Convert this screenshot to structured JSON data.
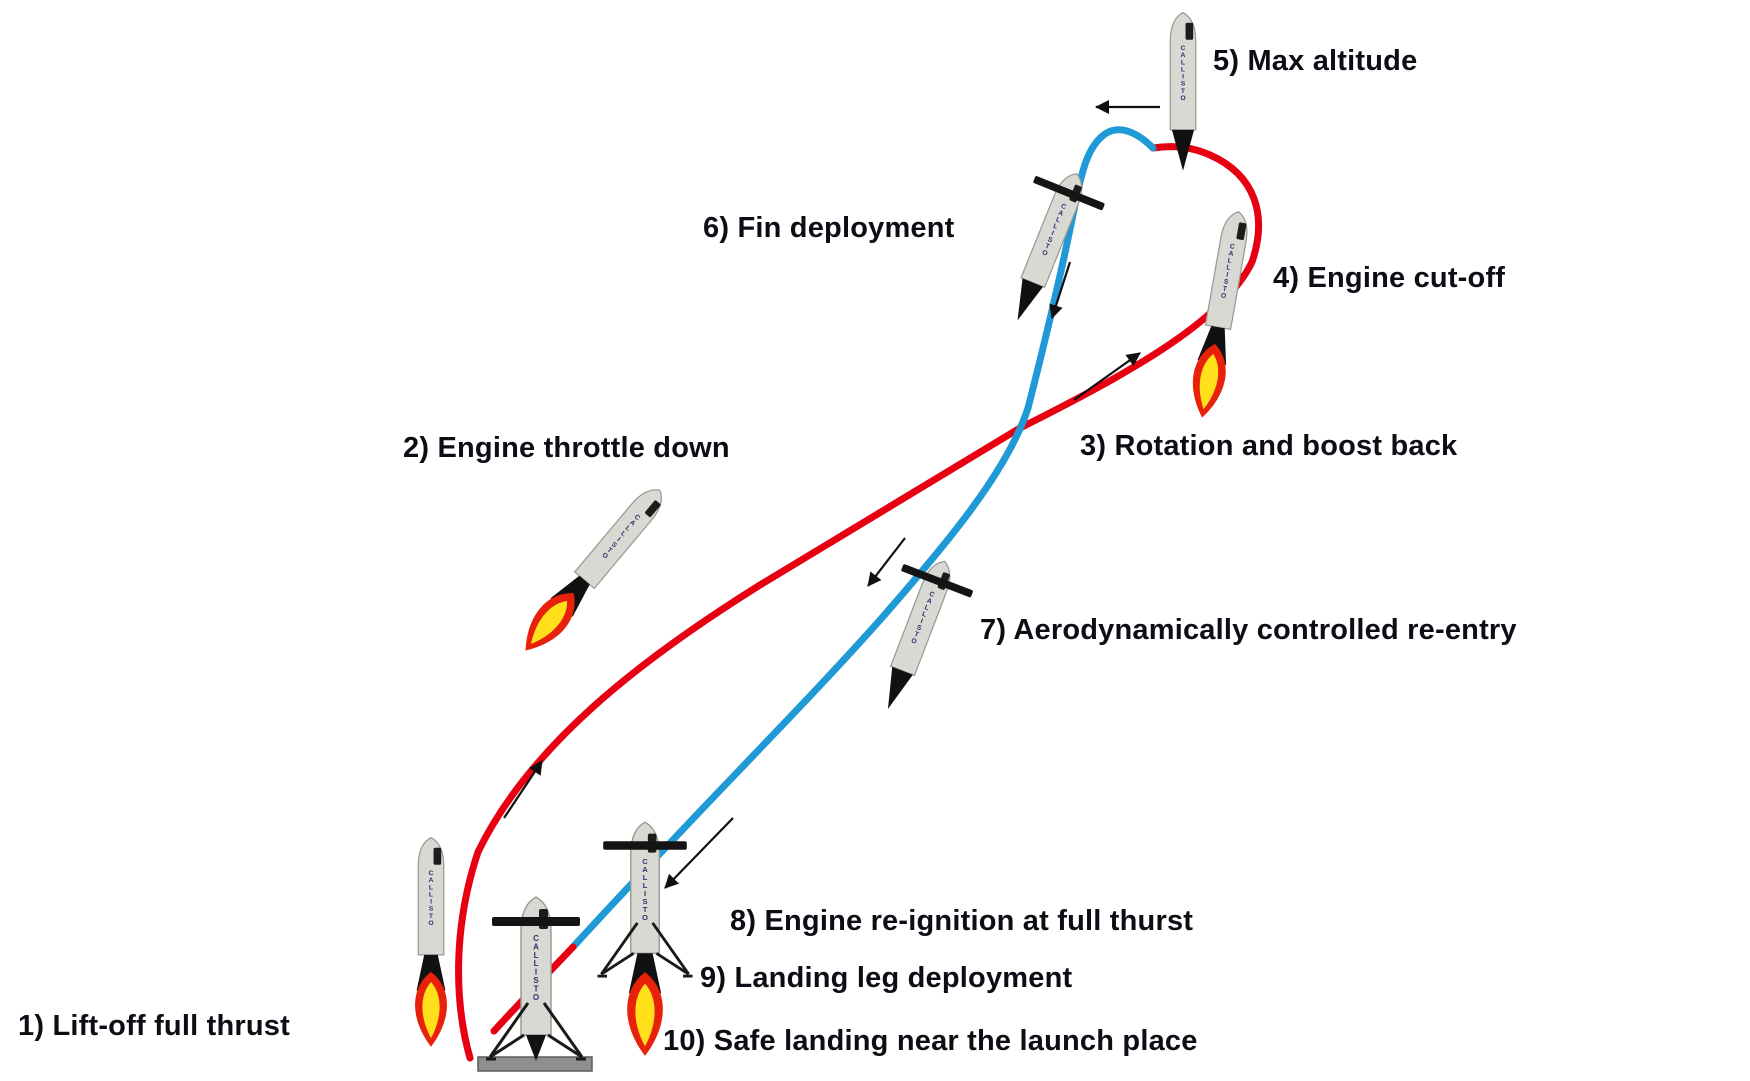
{
  "diagram": {
    "rocket_name": "CALLISTO",
    "colors": {
      "ascent_powered_red": "#e60012",
      "descent_coast_blue": "#1f9ad6",
      "flame_outer": "#e8210a",
      "flame_inner": "#ffe01a",
      "rocket_body": "#d9d9d4",
      "label_text": "#0d0d16",
      "platform_gray": "#8f8f8f"
    },
    "steps": [
      {
        "id": "1",
        "label": "1) Lift-off full thrust"
      },
      {
        "id": "2",
        "label": "2) Engine throttle down"
      },
      {
        "id": "3",
        "label": "3) Rotation and boost back"
      },
      {
        "id": "4",
        "label": "4) Engine cut-off"
      },
      {
        "id": "5",
        "label": "5) Max altitude"
      },
      {
        "id": "6",
        "label": "6) Fin deployment"
      },
      {
        "id": "7",
        "label": "7) Aerodynamically controlled re-entry"
      },
      {
        "id": "8",
        "label": "8) Engine re-ignition at full thurst"
      },
      {
        "id": "9",
        "label": "9) Landing leg deployment"
      },
      {
        "id": "10",
        "label": "10) Safe landing near the launch place"
      }
    ]
  }
}
